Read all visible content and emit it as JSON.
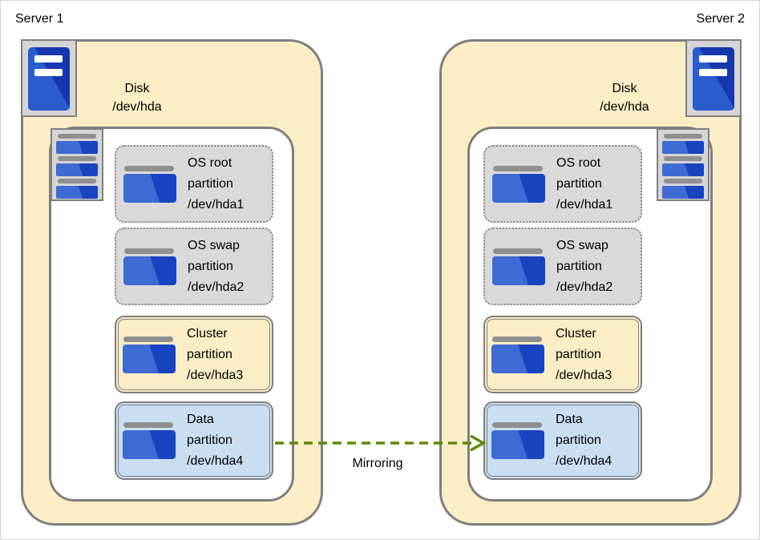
{
  "diagram": {
    "mirroring_label": "Mirroring"
  },
  "servers": [
    {
      "name": "Server 1",
      "disk_label": "Disk\n/dev/hda",
      "partitions": [
        {
          "type": "os-root",
          "label": "OS root\npartition\n/dev/hda1"
        },
        {
          "type": "os-swap",
          "label": "OS swap\npartition\n/dev/hda2"
        },
        {
          "type": "cluster",
          "label": "Cluster\npartition\n/dev/hda3"
        },
        {
          "type": "data",
          "label": "Data\npartition\n/dev/hda4"
        }
      ]
    },
    {
      "name": "Server 2",
      "disk_label": "Disk\n/dev/hda",
      "partitions": [
        {
          "type": "os-root",
          "label": "OS root\npartition\n/dev/hda1"
        },
        {
          "type": "os-swap",
          "label": "OS swap\npartition\n/dev/hda2"
        },
        {
          "type": "cluster",
          "label": "Cluster\npartition\n/dev/hda3"
        },
        {
          "type": "data",
          "label": "Data\npartition\n/dev/hda4"
        }
      ]
    }
  ],
  "colors": {
    "disk_fill": "#fbeec7",
    "partition_gray": "#d9d9d9",
    "partition_cream": "#fbeec7",
    "partition_blue": "#cadef2",
    "border_gray": "#7f7f7f",
    "icon_blue_light": "#3e6ad4",
    "icon_blue_dark": "#1843c1",
    "arrow_green": "#5a8c00"
  }
}
